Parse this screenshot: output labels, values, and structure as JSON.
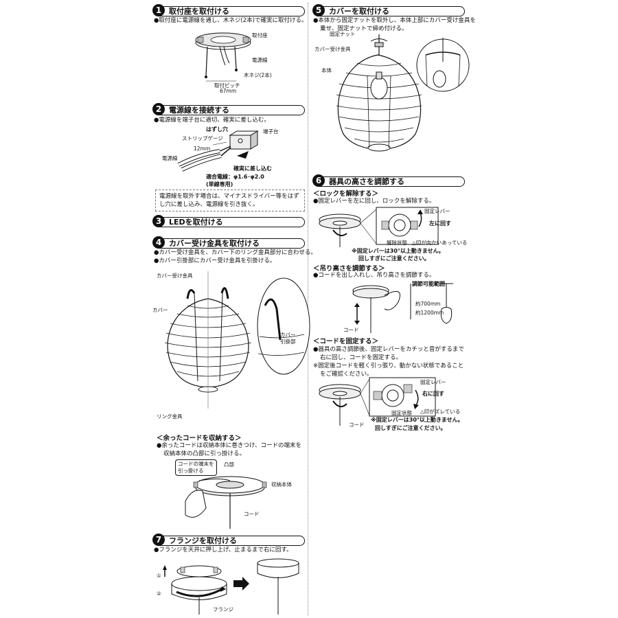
{
  "s1": {
    "num": "1",
    "title": "取付座を取付ける",
    "text": "●取付座に電源線を通し、木ネジ(2本)で確実に取付ける。",
    "labels": [
      "取付座",
      "電源線",
      "木ネジ(2本)",
      "取付ピッチ",
      "67mm"
    ]
  },
  "s2": {
    "num": "2",
    "title": "電源線を接続する",
    "text": "●電源線を端子台に適切、確実に差し込む。",
    "labels": [
      "はずし穴",
      "ストリップゲージ",
      "端子台",
      "12mm",
      "電源線",
      "確実に差し込む",
      "適合電線：φ1.6･φ2.0",
      "(単線専用)"
    ],
    "note_lines": [
      "電源線を取外す場合は、マイナスドライバー等をはず",
      "し穴に差し込み、電源線を引き抜く。"
    ]
  },
  "s3": {
    "num": "3",
    "title": "LEDを取付ける"
  },
  "s4": {
    "num": "4",
    "title": "カバー受け金具を取付ける",
    "text_lines": [
      "●カバー受け金具を、カバー下のリング金具部分に合わせる。",
      "●カバー引掛部にカバー受け金具を引掛ける。"
    ],
    "labels": [
      "カバー受け金具",
      "カバー",
      "カバー",
      "引掛部",
      "リング金具"
    ],
    "sub_title": "＜余ったコードを収納する＞",
    "sub_text_lines": [
      "●余ったコードは収納本体に巻きつけ、コードの端末を",
      "収納本体の凸部に引っ掛ける。"
    ],
    "sub_labels": [
      "コードの端末を",
      "引っ掛ける",
      "凸部",
      "収納本体",
      "コード"
    ]
  },
  "s5": {
    "num": "5",
    "title": "カバーを取付ける",
    "text_lines": [
      "●本体から固定ナットを取外し、本体上部にカバー受け金具を",
      "乗せ、固定ナットで締め付ける。"
    ],
    "labels": [
      "固定ナット",
      "カバー受け金具",
      "本体"
    ]
  },
  "s6": {
    "num": "6",
    "title": "器具の高さを調節する",
    "unlock_title": "＜ロックを解除する＞",
    "unlock_text": "●固定レバーを左に回し、ロックを解除する。",
    "unlock_labels": [
      "固定レバー",
      "左に回す",
      "解除状態",
      "△印が向かいあっている"
    ],
    "unlock_notes": [
      "※固定レバーは30°以上動きません。",
      "回しすぎにご注意ください。"
    ],
    "adjust_title": "＜吊り高さを調節する＞",
    "adjust_text": "●コードを出し入れし、吊り高さを調節する。",
    "adjust_labels": [
      "調節可能範囲",
      "約700mm",
      "約1200mm",
      "コード"
    ],
    "fix_title": "＜コードを固定する＞",
    "fix_text_lines": [
      "●器具の高さ調節後、固定レバーをカチッと音がするまで",
      "右に回し、コードを固定する。",
      "※固定後コードを軽く引っ張り、動かない状態であること",
      "をご確認ください。"
    ],
    "fix_labels": [
      "固定レバー",
      "右に回す",
      "固定状態",
      "△印がズレている",
      "コード"
    ],
    "fix_notes": [
      "※固定レバーは30°以上動きません。",
      "回しすぎにご注意ください。"
    ]
  },
  "s7": {
    "num": "7",
    "title": "フランジを取付ける",
    "text": "●フランジを天井に押し上げ、止まるまで右に回す。",
    "labels": [
      "①",
      "②",
      "フランジ"
    ]
  }
}
